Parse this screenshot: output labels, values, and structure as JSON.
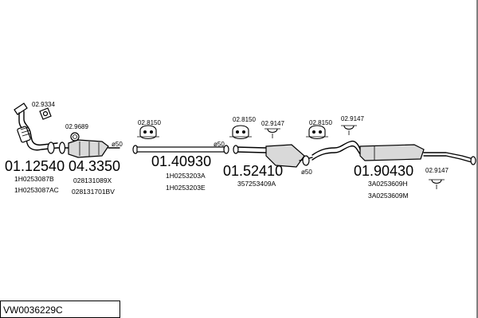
{
  "sections": [
    {
      "code": "01.12540",
      "refs": [
        "1H0253087B",
        "1H0253087AC"
      ]
    },
    {
      "code": "04.3350",
      "refs": [
        "028131089X",
        "028131701BV"
      ]
    },
    {
      "code": "01.40930",
      "refs": [
        "1H0253203A",
        "1H0253203E"
      ]
    },
    {
      "code": "01.52410",
      "refs": [
        "357253409A"
      ]
    },
    {
      "code": "01.90430",
      "refs": [
        "3A0253609H",
        "3A0253609M"
      ]
    }
  ],
  "accessories": [
    {
      "label": "02.9334",
      "icon": "gasket-icon"
    },
    {
      "label": "02.9689",
      "icon": "clamp-ring-icon"
    },
    {
      "label": "02.8150",
      "icon": "rubber-hanger-icon"
    },
    {
      "label": "02.8150",
      "icon": "rubber-hanger-icon"
    },
    {
      "label": "02.9147",
      "icon": "pipe-clamp-icon"
    },
    {
      "label": "02.8150",
      "icon": "rubber-hanger-icon"
    },
    {
      "label": "02.9147",
      "icon": "pipe-clamp-icon"
    },
    {
      "label": "02.9147",
      "icon": "pipe-clamp-icon"
    }
  ],
  "diameters": [
    "ø50",
    "ø50",
    "ø50"
  ],
  "reference": "VW0036229C"
}
